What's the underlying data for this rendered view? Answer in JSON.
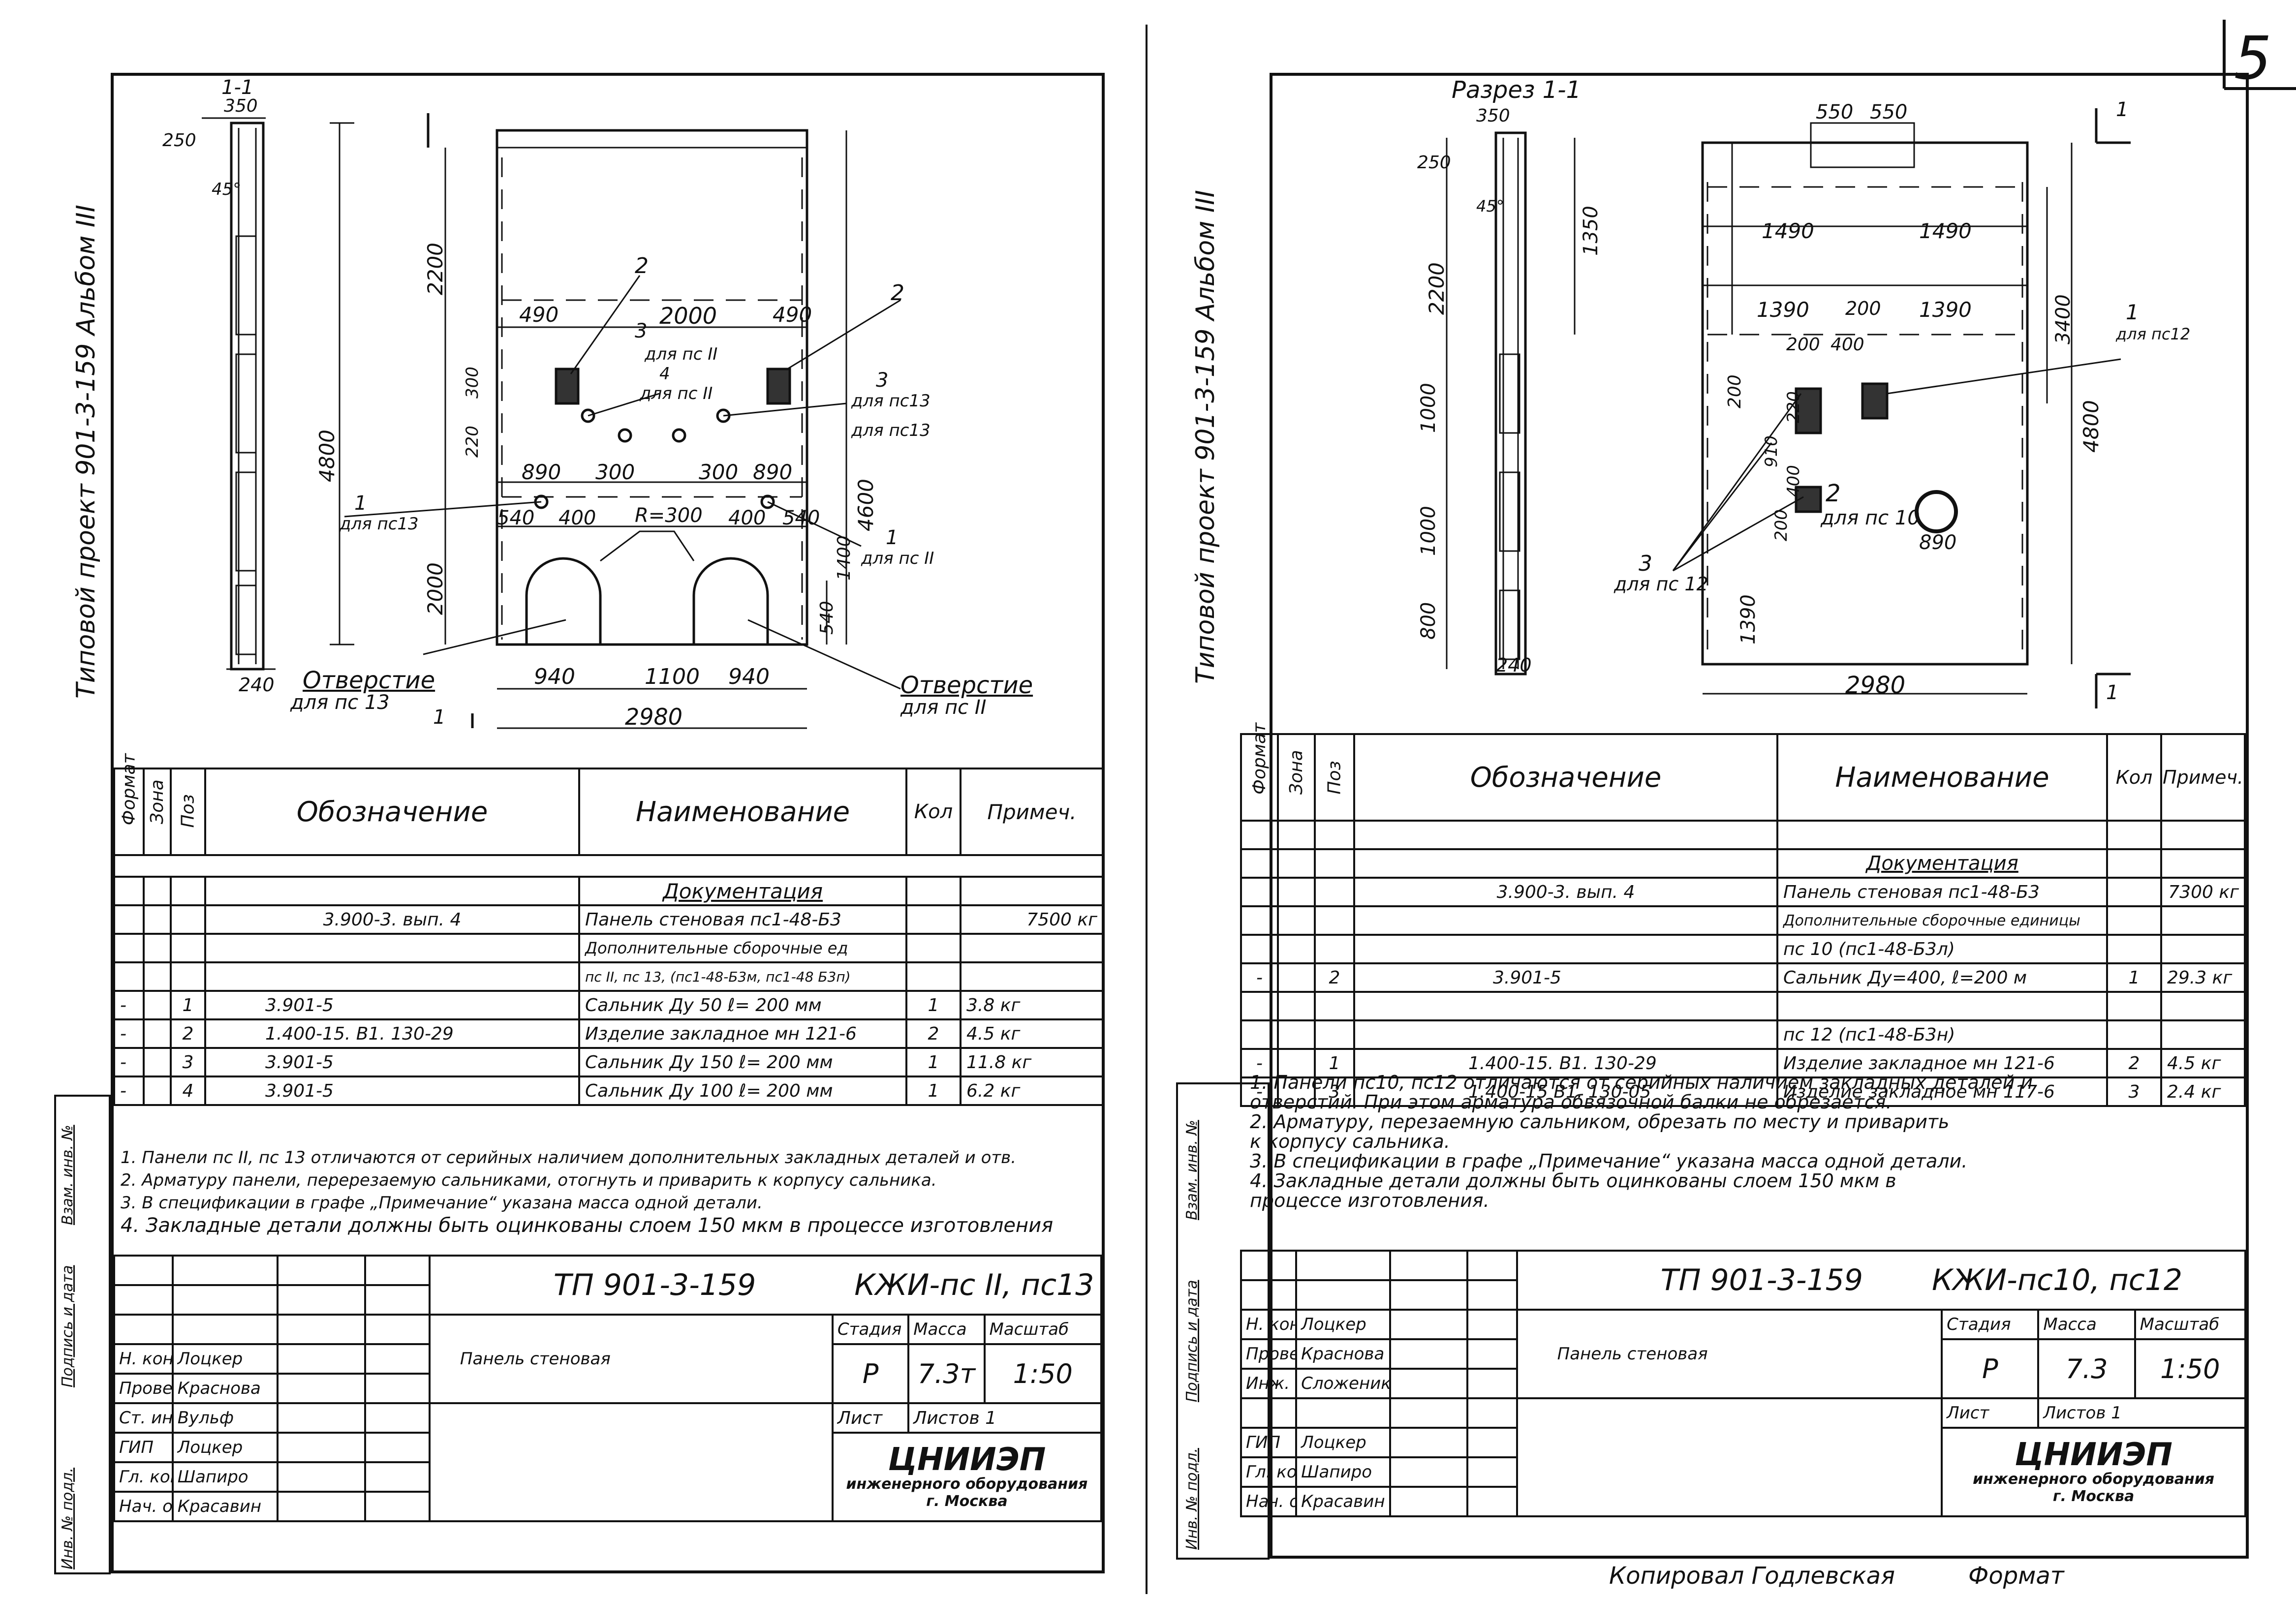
{
  "page_number": "5",
  "left": {
    "binder_title": "Типовой проект 901-3-159 Альбом III",
    "section_label": "1-1",
    "dims": {
      "d350": "350",
      "d250": "250",
      "d45": "45°",
      "d4800": "4800",
      "d2200": "2200",
      "d2000v": "2000",
      "d490a": "490",
      "d2000": "2000",
      "d490b": "490",
      "d220": "220",
      "d300": "300",
      "d890a": "890",
      "d300a": "300",
      "d300b": "300",
      "d890b": "890",
      "d540a": "540",
      "d400a": "400",
      "r300": "R=300",
      "d400b": "400",
      "d540b": "540",
      "d1400": "1400",
      "d540c": "540",
      "d4600": "4600",
      "d240": "240",
      "d940a": "940",
      "d1100": "1100",
      "d940b": "940",
      "d2980": "2980"
    },
    "callouts": {
      "c2a": "2",
      "c2b": "2",
      "c3a": "3",
      "c3b": "3",
      "c3a_txt": "для пс II",
      "c4": "4",
      "c4_txt": "для пс II",
      "c3b_txt": "для пс13",
      "c_pc13b": "для пс13",
      "c1a": "1",
      "c1a_txt": "для пс13",
      "c1b": "1",
      "c1b_txt": "для пс II",
      "hole_left": "Отверстие",
      "hole_left_sub": "для пс 13",
      "hole_right": "Отверстие",
      "hole_right_sub": "для пс II",
      "sec_mark": "1"
    },
    "spec_headers": {
      "format": "Формат",
      "zone": "Зона",
      "pos": "Поз",
      "designation": "Обозначение",
      "name": "Наименование",
      "qty": "Кол",
      "note": "Примеч."
    },
    "spec_rows": [
      {
        "format": "",
        "zone": "",
        "pos": "",
        "designation": "",
        "name": "Документация",
        "qty": "",
        "note": ""
      },
      {
        "format": "",
        "zone": "",
        "pos": "",
        "designation": "3.900-3. вып. 4",
        "name": "Панель стеновая пс1-48-Б3",
        "qty": "",
        "note": "7500 кг"
      },
      {
        "format": "",
        "zone": "",
        "pos": "",
        "designation": "",
        "name": "Дополнительные сборочные ед",
        "qty": "",
        "note": ""
      },
      {
        "format": "",
        "zone": "",
        "pos": "",
        "designation": "",
        "name": "пс II, пс 13, (пс1-48-Б3м, пс1-48 Б3п)",
        "qty": "",
        "note": ""
      },
      {
        "format": "-",
        "zone": "",
        "pos": "1",
        "designation": "3.901-5",
        "name": "Сальник Ду 50  ℓ= 200 мм",
        "qty": "1",
        "note": "3.8 кг"
      },
      {
        "format": "-",
        "zone": "",
        "pos": "2",
        "designation": "1.400-15. В1. 130-29",
        "name": "Изделие закладное мн 121-6",
        "qty": "2",
        "note": "4.5 кг"
      },
      {
        "format": "-",
        "zone": "",
        "pos": "3",
        "designation": "3.901-5",
        "name": "Сальник Ду 150  ℓ= 200 мм",
        "qty": "1",
        "note": "11.8 кг"
      },
      {
        "format": "-",
        "zone": "",
        "pos": "4",
        "designation": "3.901-5",
        "name": "Сальник Ду 100  ℓ= 200 мм",
        "qty": "1",
        "note": "6.2 кг"
      }
    ],
    "notes": [
      "1. Панели пс II, пс 13 отличаются от серийных наличием дополнительных закладных деталей и отв.",
      "2. Арматуру панели, перерезаемую сальниками, отогнуть и приварить к корпусу сальника.",
      "3. В спецификации в графе „Примечание“ указана масса одной детали.",
      "4. Закладные детали должны быть оцинкованы слоем 150 мкм в процессе изготовления"
    ],
    "side_labels": [
      "Инв. № подл.",
      "Подпись и дата",
      "Взам. инв. №"
    ],
    "stamp": {
      "code": "ТП 901-3-159",
      "sheet_code": "КЖИ-пс II, пс13",
      "title": "Панель стеновая",
      "stage_label": "Стадия",
      "mass_label": "Масса",
      "scale_label": "Масштаб",
      "stage": "Р",
      "mass": "7.3т",
      "scale": "1:50",
      "sheet_label": "Лист",
      "sheets_label": "Листов 1",
      "org1": "ЦНИИЭП",
      "org2": "инженерного оборудования",
      "org3": "г. Москва",
      "people": [
        {
          "role": "Н. контр",
          "name": "Лоцкер"
        },
        {
          "role": "Провер",
          "name": "Краснова"
        },
        {
          "role": "Ст. инж",
          "name": "Вульф"
        },
        {
          "role": "ГИП",
          "name": "Лоцкер"
        },
        {
          "role": "Гл. конст",
          "name": "Шапиро"
        },
        {
          "role": "Нач. отд",
          "name": "Красавин"
        }
      ]
    }
  },
  "right": {
    "binder_title": "Типовой проект 901-3-159 Альбом III",
    "section_label": "Разрез 1-1",
    "dims": {
      "d350": "350",
      "d250": "250",
      "d45": "45°",
      "d1350": "1350",
      "d2200": "2200",
      "d1000a": "1000",
      "d1000b": "1000",
      "d800": "800",
      "d240": "240",
      "d200l": "200",
      "d550a": "550",
      "d550b": "550",
      "d1490a": "1490",
      "d1490b": "1490",
      "d1390a": "1390",
      "d200": "200",
      "d1390b": "1390",
      "d200b": "200",
      "d400": "400",
      "d3400": "3400",
      "d4800": "4800",
      "d910": "910",
      "d220": "220",
      "d200c": "200",
      "d400v": "400",
      "d890": "890",
      "d1390v": "1390",
      "d2980": "2980"
    },
    "callouts": {
      "c1": "1",
      "c1_txt": "для пс12",
      "c2": "2",
      "c2_txt": "для пс 10",
      "c3": "3",
      "c3_txt": "для пс 12",
      "sec_mark_top": "1",
      "sec_mark_bot": "1"
    },
    "spec_headers": {
      "format": "Формат",
      "zone": "Зона",
      "pos": "Поз",
      "designation": "Обозначение",
      "name": "Наименование",
      "qty": "Кол",
      "note": "Примеч."
    },
    "spec_rows": [
      {
        "format": "",
        "zone": "",
        "pos": "",
        "designation": "",
        "name": "",
        "qty": "",
        "note": ""
      },
      {
        "format": "",
        "zone": "",
        "pos": "",
        "designation": "",
        "name": "Документация",
        "qty": "",
        "note": ""
      },
      {
        "format": "",
        "zone": "",
        "pos": "",
        "designation": "3.900-3. вып. 4",
        "name": "Панель стеновая пс1-48-Б3",
        "qty": "",
        "note": "7300 кг"
      },
      {
        "format": "",
        "zone": "",
        "pos": "",
        "designation": "",
        "name": "Дополнительные сборочные единицы",
        "qty": "",
        "note": ""
      },
      {
        "format": "",
        "zone": "",
        "pos": "",
        "designation": "",
        "name": "пс 10  (пс1-48-Б3л)",
        "qty": "",
        "note": ""
      },
      {
        "format": "-",
        "zone": "",
        "pos": "2",
        "designation": "3.901-5",
        "name": "Сальник Ду=400, ℓ=200 м",
        "qty": "1",
        "note": "29.3 кг"
      },
      {
        "format": "",
        "zone": "",
        "pos": "",
        "designation": "",
        "name": "",
        "qty": "",
        "note": ""
      },
      {
        "format": "",
        "zone": "",
        "pos": "",
        "designation": "",
        "name": "пс 12  (пс1-48-Б3н)",
        "qty": "",
        "note": ""
      },
      {
        "format": "-",
        "zone": "",
        "pos": "1",
        "designation": "1.400-15. В1. 130-29",
        "name": "Изделие закладное мн 121-6",
        "qty": "2",
        "note": "4.5 кг"
      },
      {
        "format": "-",
        "zone": "",
        "pos": "3",
        "designation": "1.400-15 В1. 130-05",
        "name": "Изделие закладное мн 117-6",
        "qty": "3",
        "note": "2.4 кг"
      }
    ],
    "notes": [
      "1. Панели пс10, пс12 отличаются от серийных наличием закладных деталей и",
      "   отверстий. При этом арматура обвязочной балки не обрезается.",
      "2. Арматуру, перезаемную сальником, обрезать по месту и приварить",
      "   к корпусу сальника.",
      "3. В спецификации в графе „Примечание“ указана масса одной детали.",
      "4. Закладные детали должны быть оцинкованы слоем 150 мкм в",
      "   процессе изготовления."
    ],
    "side_labels": [
      "Инв. № подл.",
      "Подпись и дата",
      "Взам. инв. №"
    ],
    "stamp": {
      "code": "ТП 901-3-159",
      "sheet_code": "КЖИ-пс10, пс12",
      "title": "Панель стеновая",
      "stage_label": "Стадия",
      "mass_label": "Масса",
      "scale_label": "Масштаб",
      "stage": "Р",
      "mass": "7.3",
      "scale": "1:50",
      "sheet_label": "Лист",
      "sheets_label": "Листов 1",
      "org1": "ЦНИИЭП",
      "org2": "инженерного оборудования",
      "org3": "г. Москва",
      "people": [
        {
          "role": "Н. контр",
          "name": "Лоцкер"
        },
        {
          "role": "Провер.",
          "name": "Краснова"
        },
        {
          "role": "Инж.",
          "name": "Сложеникин"
        },
        {
          "role": "",
          "name": ""
        },
        {
          "role": "ГИП",
          "name": "Лоцкер"
        },
        {
          "role": "Гл. конст",
          "name": "Шапиро"
        },
        {
          "role": "Нач. отд",
          "name": "Красавин"
        }
      ]
    },
    "footer_copied": "Копировал  Годлевская",
    "footer_format": "Формат"
  }
}
